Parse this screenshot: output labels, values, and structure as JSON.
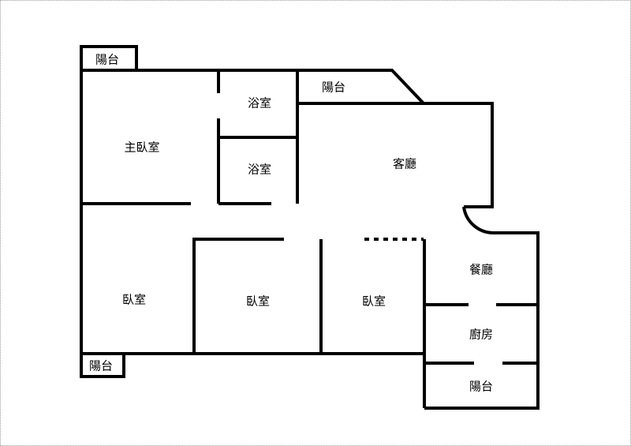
{
  "rooms": {
    "balcony_top_left": "陽台",
    "master_bedroom": "主臥室",
    "bathroom_upper": "浴室",
    "bathroom_lower": "浴室",
    "balcony_top": "陽台",
    "living_room": "客廳",
    "bedroom_left": "臥室",
    "bedroom_middle": "臥室",
    "bedroom_right": "臥室",
    "dining_room": "餐廳",
    "kitchen": "廚房",
    "balcony_bottom_right": "陽台",
    "balcony_bottom_left": "陽台"
  }
}
